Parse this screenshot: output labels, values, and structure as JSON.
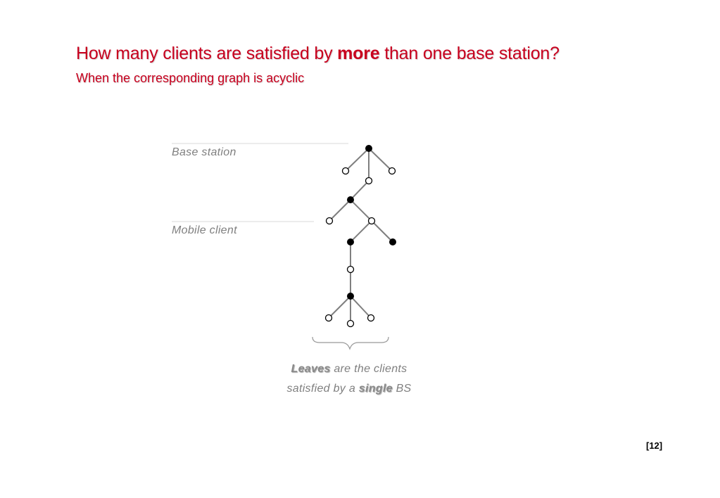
{
  "title": {
    "prefix": "How many clients are satisfied by ",
    "emphasis": "more",
    "suffix": " than one base station?"
  },
  "subtitle": "When the corresponding graph is acyclic",
  "legend": {
    "base_station": "Base station",
    "mobile_client": "Mobile client"
  },
  "caption": {
    "line1_emph": "Leaves",
    "line1_rest": " are the clients",
    "line2_pre": "satisfied by a ",
    "line2_emph": "single",
    "line2_post": " BS"
  },
  "page_number": "[12]",
  "colors": {
    "title": "#c8001e",
    "label": "#7f7f7f",
    "edge": "#7f7f7f",
    "base_station_fill": "#000000",
    "client_fill": "#ffffff"
  }
}
